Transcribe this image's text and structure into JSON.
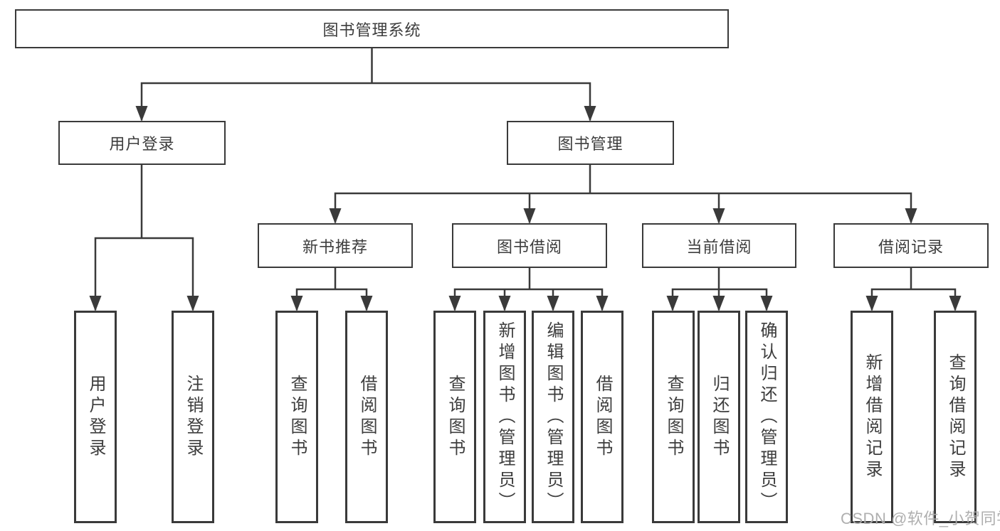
{
  "diagram_type": "hierarchy-tree",
  "tree": {
    "label": "图书管理系统",
    "children": [
      {
        "label": "用户登录",
        "children": [
          {
            "label": "用户登录"
          },
          {
            "label": "注销登录"
          }
        ]
      },
      {
        "label": "图书管理",
        "children": [
          {
            "label": "新书推荐",
            "children": [
              {
                "label": "查询图书"
              },
              {
                "label": "借阅图书"
              }
            ]
          },
          {
            "label": "图书借阅",
            "children": [
              {
                "label": "查询图书"
              },
              {
                "label": "新增图书（管理员）"
              },
              {
                "label": "编辑图书（管理员）"
              },
              {
                "label": "借阅图书"
              }
            ]
          },
          {
            "label": "当前借阅",
            "children": [
              {
                "label": "查询图书"
              },
              {
                "label": "归还图书"
              },
              {
                "label": "确认归还（管理员）"
              }
            ]
          },
          {
            "label": "借阅记录",
            "children": [
              {
                "label": "新增借阅记录"
              },
              {
                "label": "查询借阅记录"
              }
            ]
          }
        ]
      }
    ]
  },
  "watermark": {
    "text": "CSDN @软件_小贺同学"
  },
  "colors": {
    "line": "#3a3a3a",
    "box_border": "#3a3a3a",
    "text": "#3d3d3d",
    "background": "#ffffff",
    "watermark": "#ababab"
  }
}
